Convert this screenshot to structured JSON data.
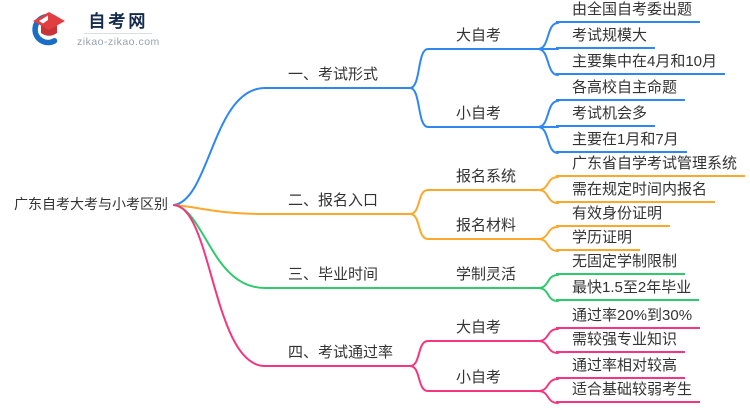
{
  "logo": {
    "title": "自考网",
    "subtitle": "zikao-zikao.com",
    "brand_blue": "#1a6ec5",
    "brand_red": "#e03e41",
    "brand_red_dark": "#c63438"
  },
  "colors": {
    "branch1": "#2e87f2",
    "branch2": "#fba82d",
    "branch3": "#2fc96e",
    "branch4": "#f4367e",
    "text": "#333333"
  },
  "mindmap": {
    "root": {
      "label": "广东自考大考与小考区别"
    },
    "branches": [
      {
        "label": "一、考试形式",
        "children": [
          {
            "label": "大自考",
            "children": [
              "由全国自考委出题",
              "考试规模大",
              "主要集中在4月和10月"
            ]
          },
          {
            "label": "小自考",
            "children": [
              "各高校自主命题",
              "考试机会多",
              "主要在1月和7月"
            ]
          }
        ]
      },
      {
        "label": "二、报名入口",
        "children": [
          {
            "label": "报名系统",
            "children": [
              "广东省自学考试管理系统",
              "需在规定时间内报名"
            ]
          },
          {
            "label": "报名材料",
            "children": [
              "有效身份证明",
              "学历证明"
            ]
          }
        ]
      },
      {
        "label": "三、毕业时间",
        "children": [
          {
            "label": "学制灵活",
            "children": [
              "无固定学制限制",
              "最快1.5至2年毕业"
            ]
          }
        ]
      },
      {
        "label": "四、考试通过率",
        "children": [
          {
            "label": "大自考",
            "children": [
              "通过率20%到30%",
              "需较强专业知识"
            ]
          },
          {
            "label": "小自考",
            "children": [
              "通过率相对较高",
              "适合基础较弱考生"
            ]
          }
        ]
      }
    ]
  }
}
